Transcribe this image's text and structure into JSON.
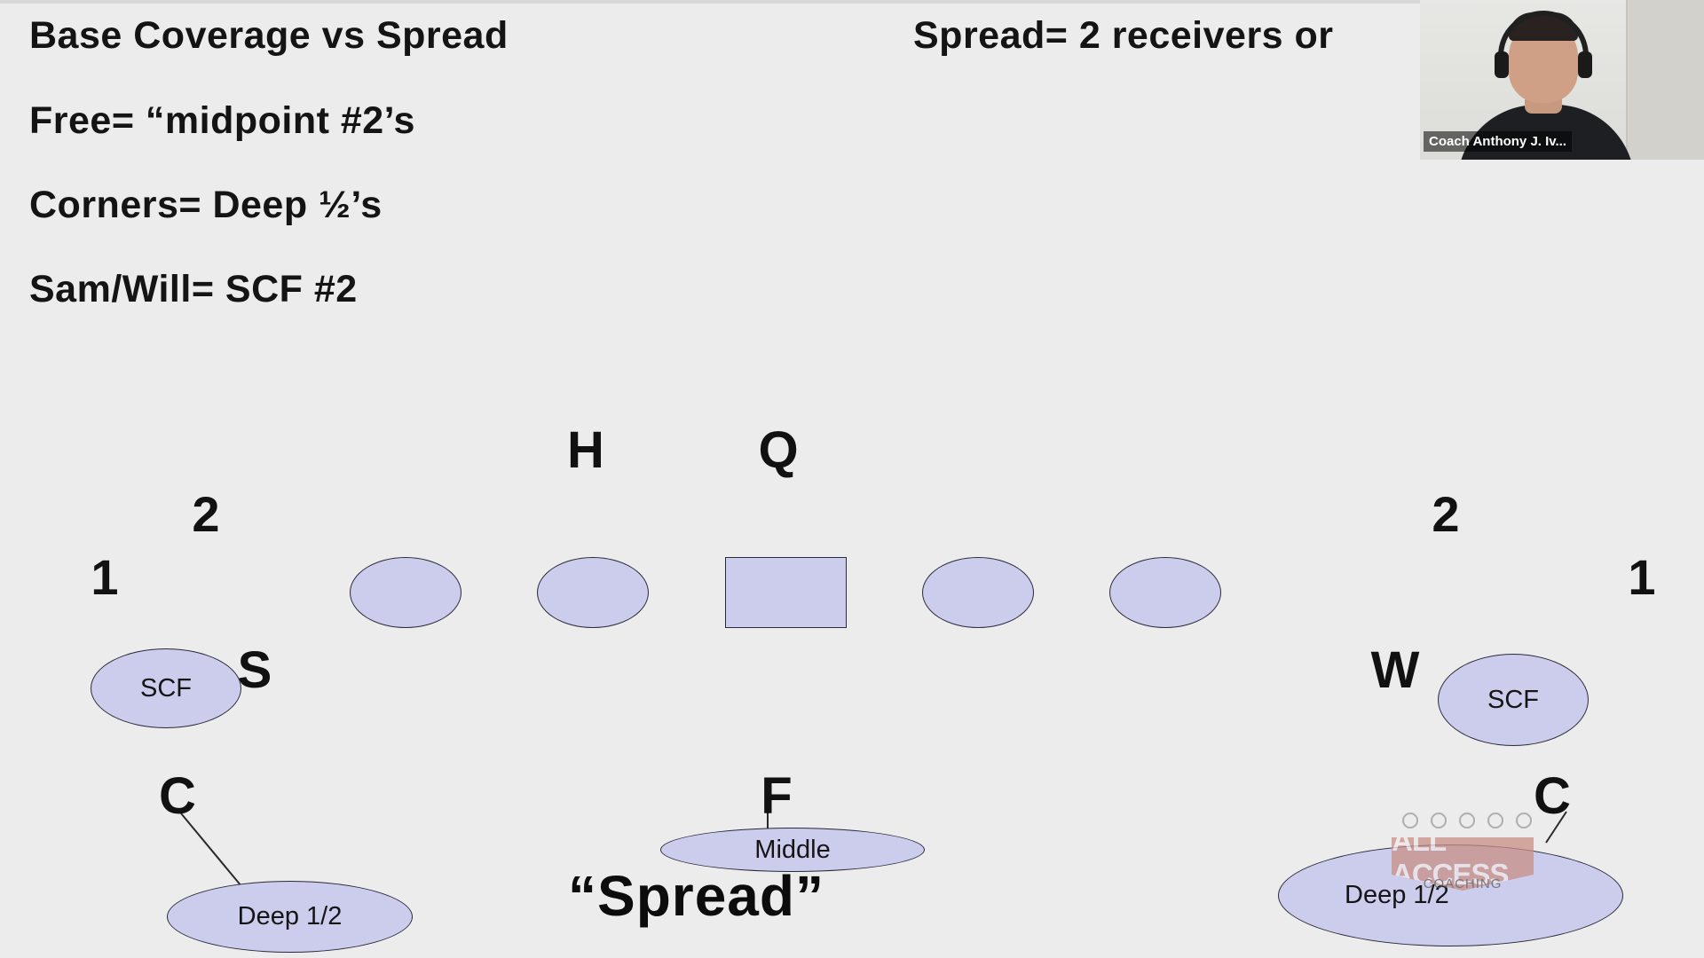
{
  "slide": {
    "title": "Base Coverage vs Spread",
    "spread_def": "Spread= 2 receivers or",
    "rules": [
      "Free= “midpoint #2’s",
      "Corners= Deep ½’s",
      "Sam/Will= SCF #2"
    ],
    "formation_name": "“Spread”"
  },
  "diagram": {
    "offense": {
      "left_receiver_1": "1",
      "left_receiver_2": "2",
      "right_receiver_2": "2",
      "right_receiver_1": "1",
      "h_back": "H",
      "quarterback": "Q"
    },
    "defense": {
      "sam": "S",
      "will": "W",
      "corner_left": "C",
      "corner_right": "C",
      "free": "F"
    },
    "zones": {
      "left_scf": "SCF",
      "right_scf": "SCF",
      "left_deep": "Deep 1/2",
      "middle": "Middle",
      "right_deep": "Deep 1/2"
    },
    "colors": {
      "zone_fill": "#cccced",
      "background": "#ececec"
    }
  },
  "webcam": {
    "name": "Coach Anthony J. Iv..."
  },
  "watermark": {
    "main": "ALL ACCESS",
    "sub": "COACHING"
  }
}
